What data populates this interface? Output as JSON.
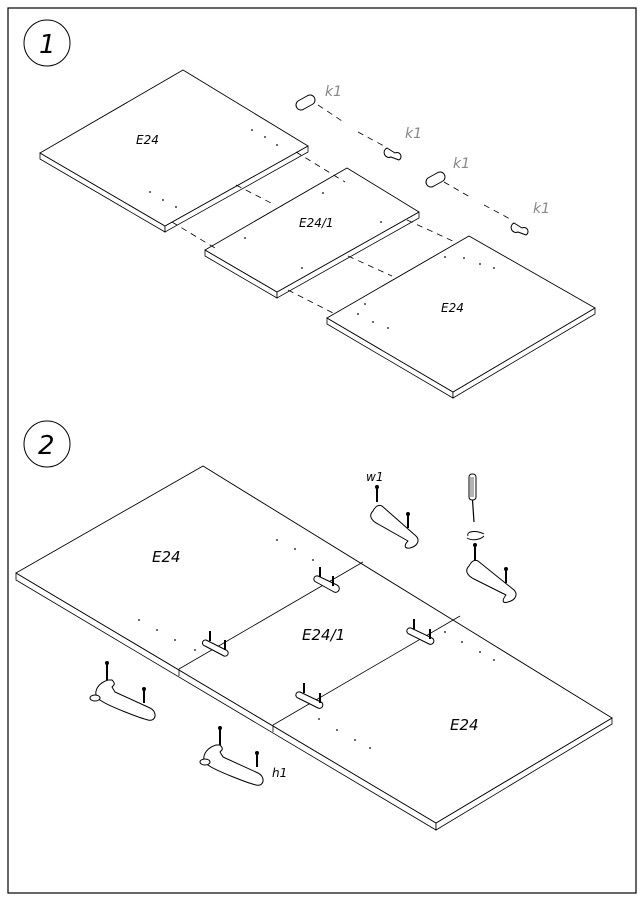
{
  "diagram": {
    "type": "furniture-assembly-instructions",
    "steps": [
      {
        "number": "1",
        "panels": [
          {
            "id": "panel-left",
            "label": "E24"
          },
          {
            "id": "panel-middle",
            "label": "E24/1"
          },
          {
            "id": "panel-right",
            "label": "E24"
          }
        ],
        "fittings": [
          {
            "label": "k1",
            "kind": "dowel"
          },
          {
            "label": "k1",
            "kind": "dowel"
          },
          {
            "label": "k1",
            "kind": "dowel"
          },
          {
            "label": "k1",
            "kind": "dowel"
          }
        ]
      },
      {
        "number": "2",
        "panels": [
          {
            "id": "panel-left",
            "label": "E24"
          },
          {
            "id": "panel-middle",
            "label": "E24/1"
          },
          {
            "id": "panel-right",
            "label": "E24"
          }
        ],
        "fittings": [
          {
            "label": "w1",
            "kind": "connector-plate-with-screws"
          },
          {
            "label": "h1",
            "kind": "connector-plate-with-screws"
          }
        ],
        "tool": "screwdriver"
      }
    ]
  },
  "colors": {
    "line": "#000000",
    "background": "#ffffff",
    "dowel_label": "#888888"
  }
}
